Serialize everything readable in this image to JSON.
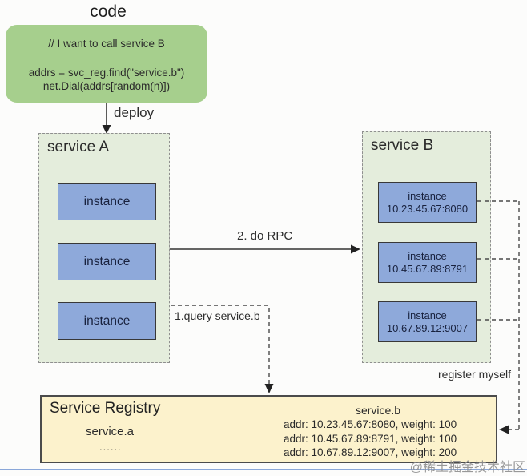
{
  "title": "code",
  "code_box": {
    "comment": "// I want to call service B",
    "line1": "addrs = svc_reg.find(\"service.b\")",
    "line2": "net.Dial(addrs[random(n)])"
  },
  "labels": {
    "deploy": "deploy",
    "rpc": "2. do RPC",
    "query": "1.query service.b",
    "register": "register myself"
  },
  "service_a": {
    "title": "service A",
    "instances": [
      "instance",
      "instance",
      "instance"
    ]
  },
  "service_b": {
    "title": "service B",
    "instances": [
      {
        "name": "instance",
        "addr": "10.23.45.67:8080"
      },
      {
        "name": "instance",
        "addr": "10.45.67.89:8791"
      },
      {
        "name": "instance",
        "addr": "10.67.89.12:9007"
      }
    ]
  },
  "registry": {
    "title": "Service Registry",
    "service_a_entry": "service.a",
    "ellipsis": "......",
    "service_b_entry": {
      "name": "service.b",
      "records": [
        "addr: 10.23.45.67:8080, weight: 100",
        "addr: 10.45.67.89:8791, weight: 100",
        "addr: 10.67.89.12:9007, weight: 200"
      ]
    }
  },
  "watermark": "@稀土掘金技术社区",
  "colors": {
    "code_box": "#a6cf8d",
    "service_container": "#e4eddc",
    "instance_box": "#8ea9da",
    "registry_box": "#fcf2cc",
    "connector": "#333333",
    "bottom_line": "#8aa7d9"
  }
}
